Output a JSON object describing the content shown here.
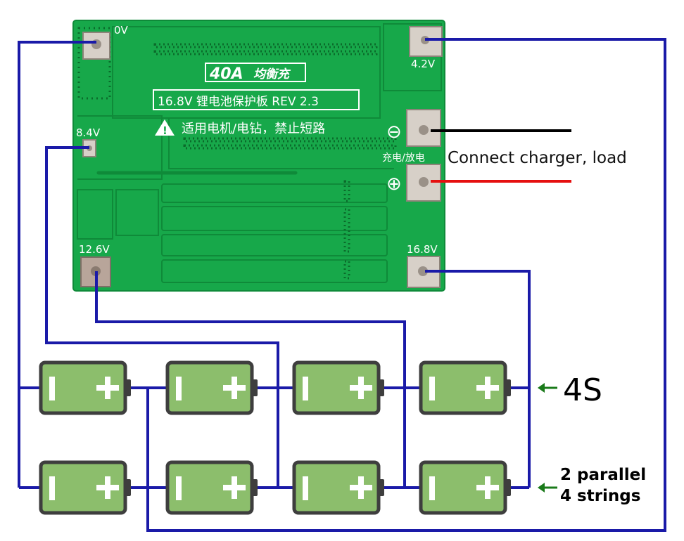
{
  "board": {
    "model": "40A",
    "model_cn": "均衡充",
    "spec": "16.8V 锂电池保护板 REV 2.3",
    "warning": "适用电机/电钻，禁止短路",
    "pads": {
      "p0v": "0V",
      "p84v": "8.4V",
      "p126v": "12.6V",
      "p42v": "4.2V",
      "p168v": "16.8V",
      "minus_symbol": "⊖",
      "plus_symbol": "⊕",
      "charge_discharge": "充电/放电"
    },
    "colors": {
      "pcb": "#17a84a",
      "pcb_dark": "#0f8a39",
      "silk": "#ffffff"
    }
  },
  "annotations": {
    "connect": "Connect charger, load",
    "series": "4S",
    "parallel_line1": "2 parallel",
    "parallel_line2": "4 strings"
  },
  "battery": {
    "minus_mark": "I",
    "plus_mark": "+",
    "colors": {
      "fill": "#8cbe6c",
      "outline": "#3e3e3e"
    }
  },
  "wire_colors": {
    "bus": "#1a1aa8",
    "neg": "#000000",
    "pos": "#e51010",
    "arrow": "#1a7a1a"
  }
}
